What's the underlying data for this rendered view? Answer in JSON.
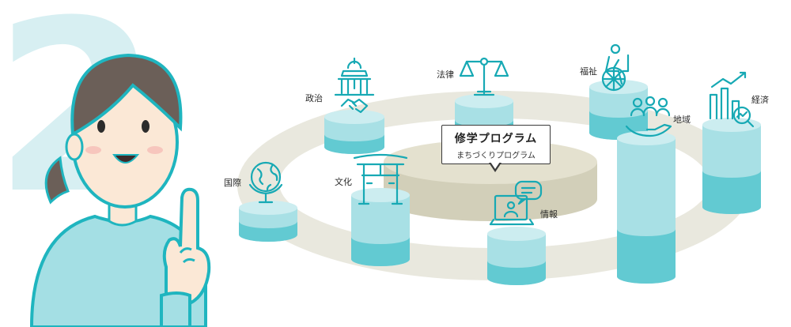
{
  "number_mark": "2",
  "callout": {
    "title": "修学プログラム",
    "subtitle": "まちづくりプログラム"
  },
  "fields": [
    {
      "key": "kokusai",
      "label": "国際",
      "icon": "globe-icon"
    },
    {
      "key": "seiji",
      "label": "政治",
      "icon": "capitol-handshake-icon"
    },
    {
      "key": "houritsu",
      "label": "法律",
      "icon": "scales-icon"
    },
    {
      "key": "bunka",
      "label": "文化",
      "icon": "torii-icon"
    },
    {
      "key": "jouhou",
      "label": "情報",
      "icon": "laptop-chat-icon"
    },
    {
      "key": "fukushi",
      "label": "福祉",
      "icon": "wheelchair-icon"
    },
    {
      "key": "chiiki",
      "label": "地域",
      "icon": "community-icon"
    },
    {
      "key": "keizai",
      "label": "経済",
      "icon": "growth-chart-icon"
    }
  ],
  "colors": {
    "accent": "#1fb5bf",
    "cylinder_light": "#a9e1e6",
    "cylinder_mid": "#5cc9d1",
    "ring": "#e8e7dc",
    "platform": "#ddd9c6",
    "number": "#d7eff2"
  }
}
